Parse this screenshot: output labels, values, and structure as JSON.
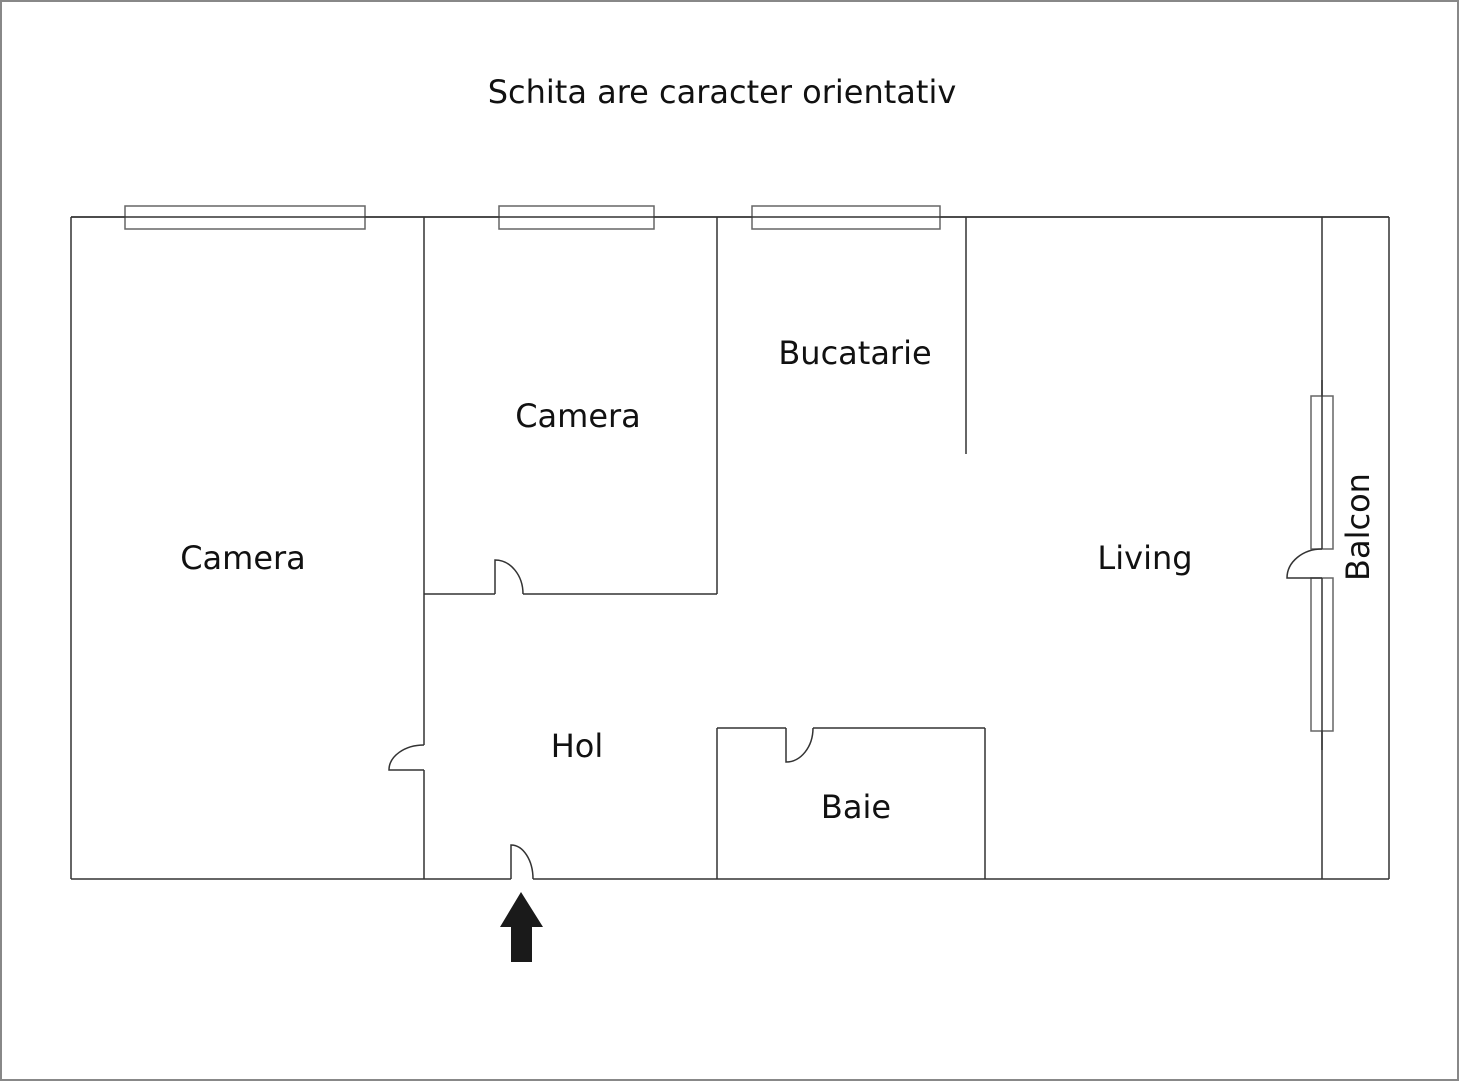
{
  "title": "Schita are caracter orientativ",
  "rooms": {
    "camera_left": "Camera",
    "camera_middle": "Camera",
    "bucatarie": "Bucatarie",
    "living": "Living",
    "hol": "Hol",
    "baie": "Baie",
    "balcon": "Balcon"
  },
  "entrance": "entrance-arrow",
  "colors": {
    "line": "#333333",
    "frame": "#888888",
    "text": "#111111"
  }
}
